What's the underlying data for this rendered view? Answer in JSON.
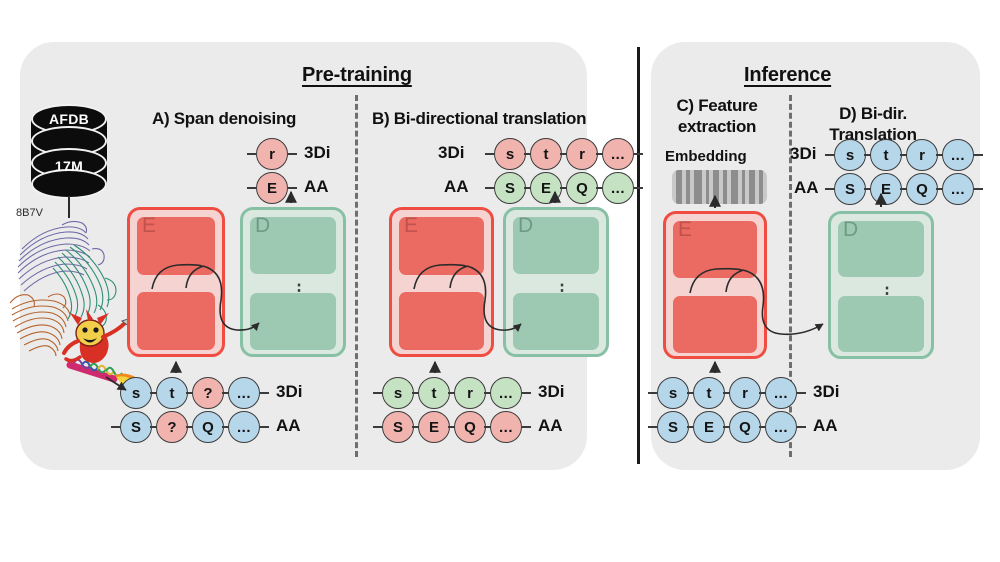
{
  "figure": {
    "background": "#ffffff",
    "panel_bg": "#ebebeb",
    "encoder_color": "#eb6a62",
    "decoder_color": "#9dc9b2",
    "token_blue": "#b6d6ea",
    "token_red": "#f0b3ae",
    "token_green": "#c5e3c3"
  },
  "sections": {
    "pretraining": {
      "title": "Pre-training"
    },
    "inference": {
      "title": "Inference"
    }
  },
  "panels": {
    "a": {
      "title": "A) Span denoising",
      "encoder_letter": "E",
      "decoder_letter": "D",
      "decoder_dots": "⋮",
      "output": {
        "row_3di": {
          "label": "3Di",
          "tokens": [
            {
              "text": "r",
              "color": "red"
            }
          ]
        },
        "row_aa": {
          "label": "AA",
          "tokens": [
            {
              "text": "E",
              "color": "red"
            }
          ]
        }
      },
      "input": {
        "row_3di": {
          "label": "3Di",
          "tokens": [
            {
              "text": "s",
              "color": "blue"
            },
            {
              "text": "t",
              "color": "blue"
            },
            {
              "text": "?",
              "color": "red"
            },
            {
              "text": "...",
              "color": "blue"
            }
          ]
        },
        "row_aa": {
          "label": "AA",
          "tokens": [
            {
              "text": "S",
              "color": "blue"
            },
            {
              "text": "?",
              "color": "red"
            },
            {
              "text": "Q",
              "color": "blue"
            },
            {
              "text": "...",
              "color": "blue"
            }
          ]
        }
      }
    },
    "b": {
      "title": "B) Bi-directional translation",
      "encoder_letter": "E",
      "decoder_letter": "D",
      "decoder_dots": "⋮",
      "output": {
        "row_3di": {
          "label": "3Di",
          "tokens": [
            {
              "text": "s",
              "color": "red"
            },
            {
              "text": "t",
              "color": "red"
            },
            {
              "text": "r",
              "color": "red"
            },
            {
              "text": "...",
              "color": "red"
            }
          ]
        },
        "row_aa": {
          "label": "AA",
          "tokens": [
            {
              "text": "S",
              "color": "green"
            },
            {
              "text": "E",
              "color": "green"
            },
            {
              "text": "Q",
              "color": "green"
            },
            {
              "text": "...",
              "color": "green"
            }
          ]
        }
      },
      "input": {
        "row_3di": {
          "label": "3Di",
          "tokens": [
            {
              "text": "s",
              "color": "green"
            },
            {
              "text": "t",
              "color": "green"
            },
            {
              "text": "r",
              "color": "green"
            },
            {
              "text": "...",
              "color": "green"
            }
          ]
        },
        "row_aa": {
          "label": "AA",
          "tokens": [
            {
              "text": "S",
              "color": "red"
            },
            {
              "text": "E",
              "color": "red"
            },
            {
              "text": "Q",
              "color": "red"
            },
            {
              "text": "...",
              "color": "red"
            }
          ]
        }
      }
    },
    "c": {
      "title": "C) Feature extraction",
      "embedding_label": "Embedding",
      "encoder_letter": "E",
      "input": {
        "row_3di": {
          "label": "3Di",
          "tokens": [
            {
              "text": "s",
              "color": "blue"
            },
            {
              "text": "t",
              "color": "blue"
            },
            {
              "text": "r",
              "color": "blue"
            },
            {
              "text": "...",
              "color": "blue"
            }
          ]
        },
        "row_aa": {
          "label": "AA",
          "tokens": [
            {
              "text": "S",
              "color": "blue"
            },
            {
              "text": "E",
              "color": "blue"
            },
            {
              "text": "Q",
              "color": "blue"
            },
            {
              "text": "...",
              "color": "blue"
            }
          ]
        }
      }
    },
    "d": {
      "title": "D) Bi-dir. Translation",
      "decoder_letter": "D",
      "decoder_dots": "⋮",
      "output": {
        "row_3di": {
          "label": "3Di",
          "tokens": [
            {
              "text": "s",
              "color": "blue"
            },
            {
              "text": "t",
              "color": "blue"
            },
            {
              "text": "r",
              "color": "blue"
            },
            {
              "text": "...",
              "color": "blue"
            }
          ]
        },
        "row_aa": {
          "label": "AA",
          "tokens": [
            {
              "text": "S",
              "color": "blue"
            },
            {
              "text": "E",
              "color": "blue"
            },
            {
              "text": "Q",
              "color": "blue"
            },
            {
              "text": "...",
              "color": "blue"
            }
          ]
        }
      }
    }
  },
  "database": {
    "name": "AFDB",
    "count": "17M"
  },
  "protein": {
    "pdb_id": "8B7V"
  }
}
